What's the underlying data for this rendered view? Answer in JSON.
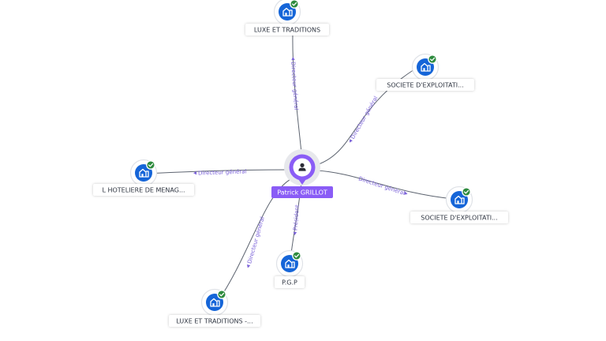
{
  "center": {
    "name": "Patrick GRILLOT",
    "icon": "person-icon"
  },
  "colors": {
    "accent": "#8a5cf6",
    "edge_label": "#7b62d9",
    "company_icon": "#1565d8",
    "check_badge": "#2e8b3e"
  },
  "companies": [
    {
      "name": "LUXE ET TRADITIONS",
      "role": "Directeur général",
      "icon": "building-icon",
      "status_icon": "check-icon"
    },
    {
      "name": "SOCIETE D'EXPLOITATI...",
      "role": "Directeur général",
      "icon": "building-icon",
      "status_icon": "check-icon"
    },
    {
      "name": "L HOTELIERE DE MENAG...",
      "role": "Directeur général",
      "icon": "building-icon",
      "status_icon": "check-icon"
    },
    {
      "name": "SOCIETE D'EXPLOITATI...",
      "role": "Directeur général",
      "icon": "building-icon",
      "status_icon": "check-icon"
    },
    {
      "name": "P.G.P",
      "role": "Président",
      "icon": "building-icon",
      "status_icon": "check-icon"
    },
    {
      "name": "LUXE ET TRADITIONS -...",
      "role": "Directeur général",
      "icon": "building-icon",
      "status_icon": "check-icon"
    }
  ]
}
